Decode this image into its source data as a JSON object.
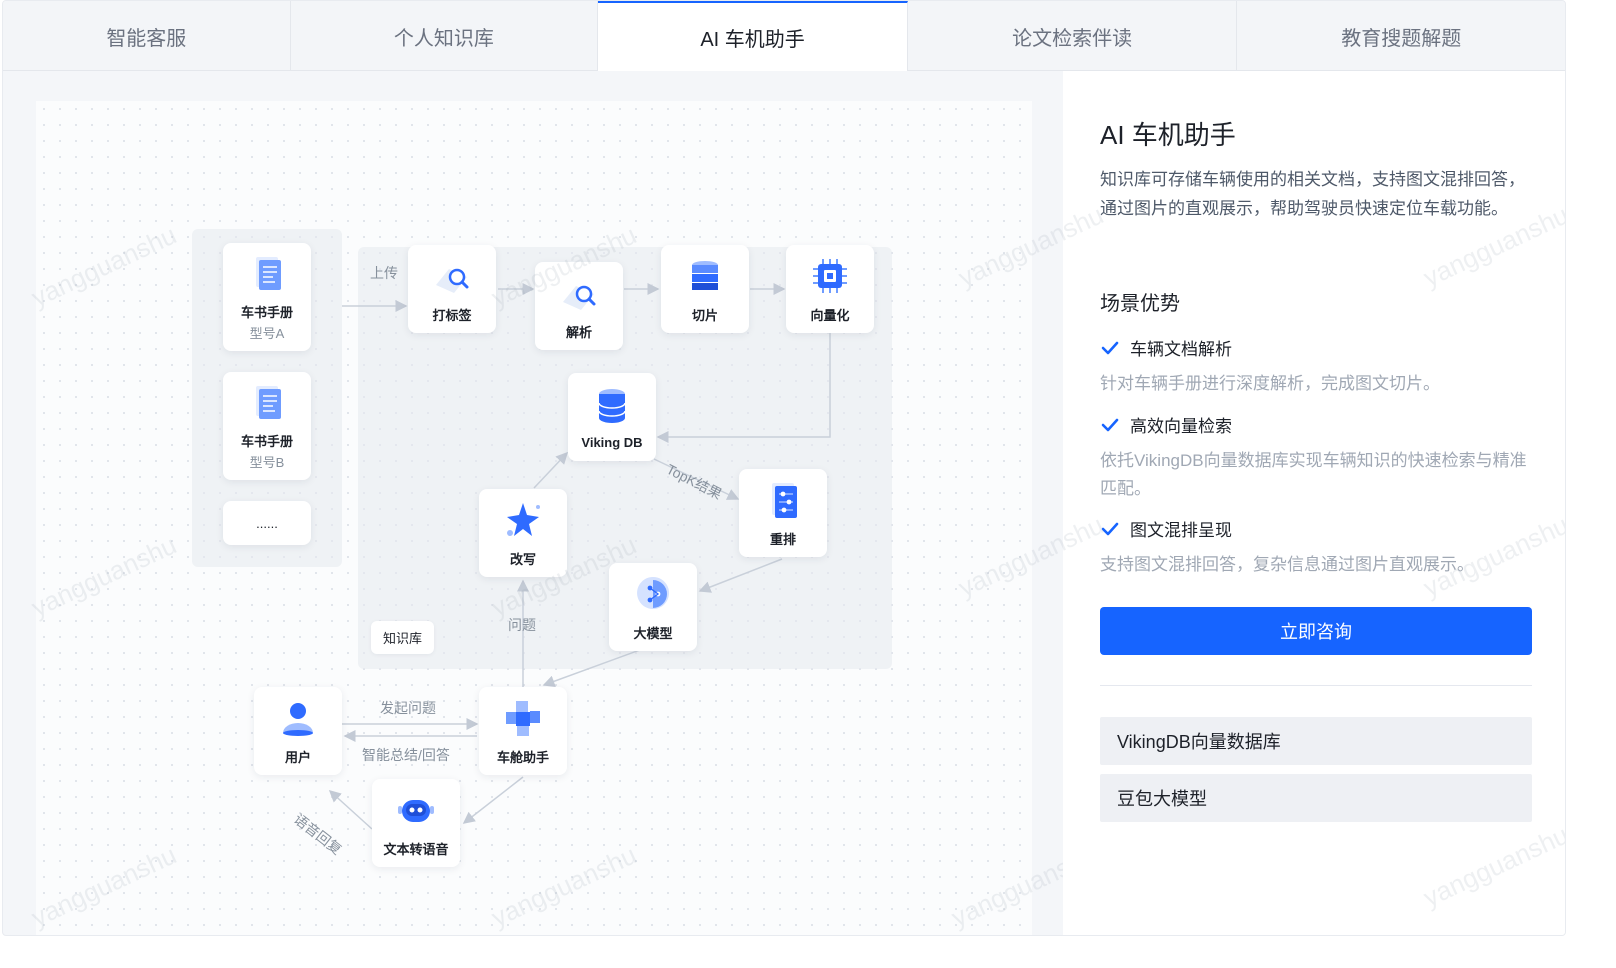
{
  "tabs": [
    {
      "label": "智能客服",
      "active": false
    },
    {
      "label": "个人知识库",
      "active": false
    },
    {
      "label": "AI 车机助手",
      "active": true
    },
    {
      "label": "论文检索伴读",
      "active": false
    },
    {
      "label": "教育搜题解题",
      "active": false
    }
  ],
  "diagram": {
    "nodes": {
      "manual_a": {
        "label": "车书手册",
        "sub": "型号A",
        "icon": "document-icon"
      },
      "manual_b": {
        "label": "车书手册",
        "sub": "型号B",
        "icon": "document-icon"
      },
      "more": {
        "label": "......"
      },
      "tagging": {
        "label": "打标签",
        "icon": "document-search-icon"
      },
      "parse": {
        "label": "解析",
        "icon": "document-search-icon"
      },
      "slice": {
        "label": "切片",
        "icon": "layers-icon"
      },
      "vectorize": {
        "label": "向量化",
        "icon": "chip-icon"
      },
      "vikingdb": {
        "label": "Viking DB",
        "icon": "database-icon"
      },
      "rerank": {
        "label": "重排",
        "icon": "sliders-document-icon"
      },
      "rewrite": {
        "label": "改写",
        "icon": "sparkle-icon"
      },
      "llm": {
        "label": "大模型",
        "icon": "brain-icon"
      },
      "user": {
        "label": "用户",
        "icon": "user-icon"
      },
      "cabin": {
        "label": "车舱助手",
        "icon": "cubes-icon"
      },
      "tts": {
        "label": "文本转语音",
        "icon": "robot-icon"
      }
    },
    "edge_labels": {
      "upload": "上传",
      "topk": "TopK结果",
      "question": "问题",
      "ask": "发起问题",
      "summary": "智能总结/回答",
      "voice": "语音回复"
    },
    "kb_tag": "知识库"
  },
  "watermark": "yangguanshu",
  "panel": {
    "title": "AI 车机助手",
    "description": "知识库可存储车辆使用的相关文档，支持图文混排回答，通过图片的直观展示，帮助驾驶员快速定位车载功能。",
    "subtitle": "场景优势",
    "features": [
      {
        "title": "车辆文档解析",
        "desc": "针对车辆手册进行深度解析，完成图文切片。"
      },
      {
        "title": "高效向量检索",
        "desc": "依托VikingDB向量数据库实现车辆知识的快速检索与精准匹配。"
      },
      {
        "title": "图文混排呈现",
        "desc": "支持图文混排回答，复杂信息通过图片直观展示。"
      }
    ],
    "cta": "立即咨询",
    "products": [
      "VikingDB向量数据库",
      "豆包大模型"
    ]
  },
  "colors": {
    "accent": "#1664ff",
    "check": "#1664ff"
  }
}
